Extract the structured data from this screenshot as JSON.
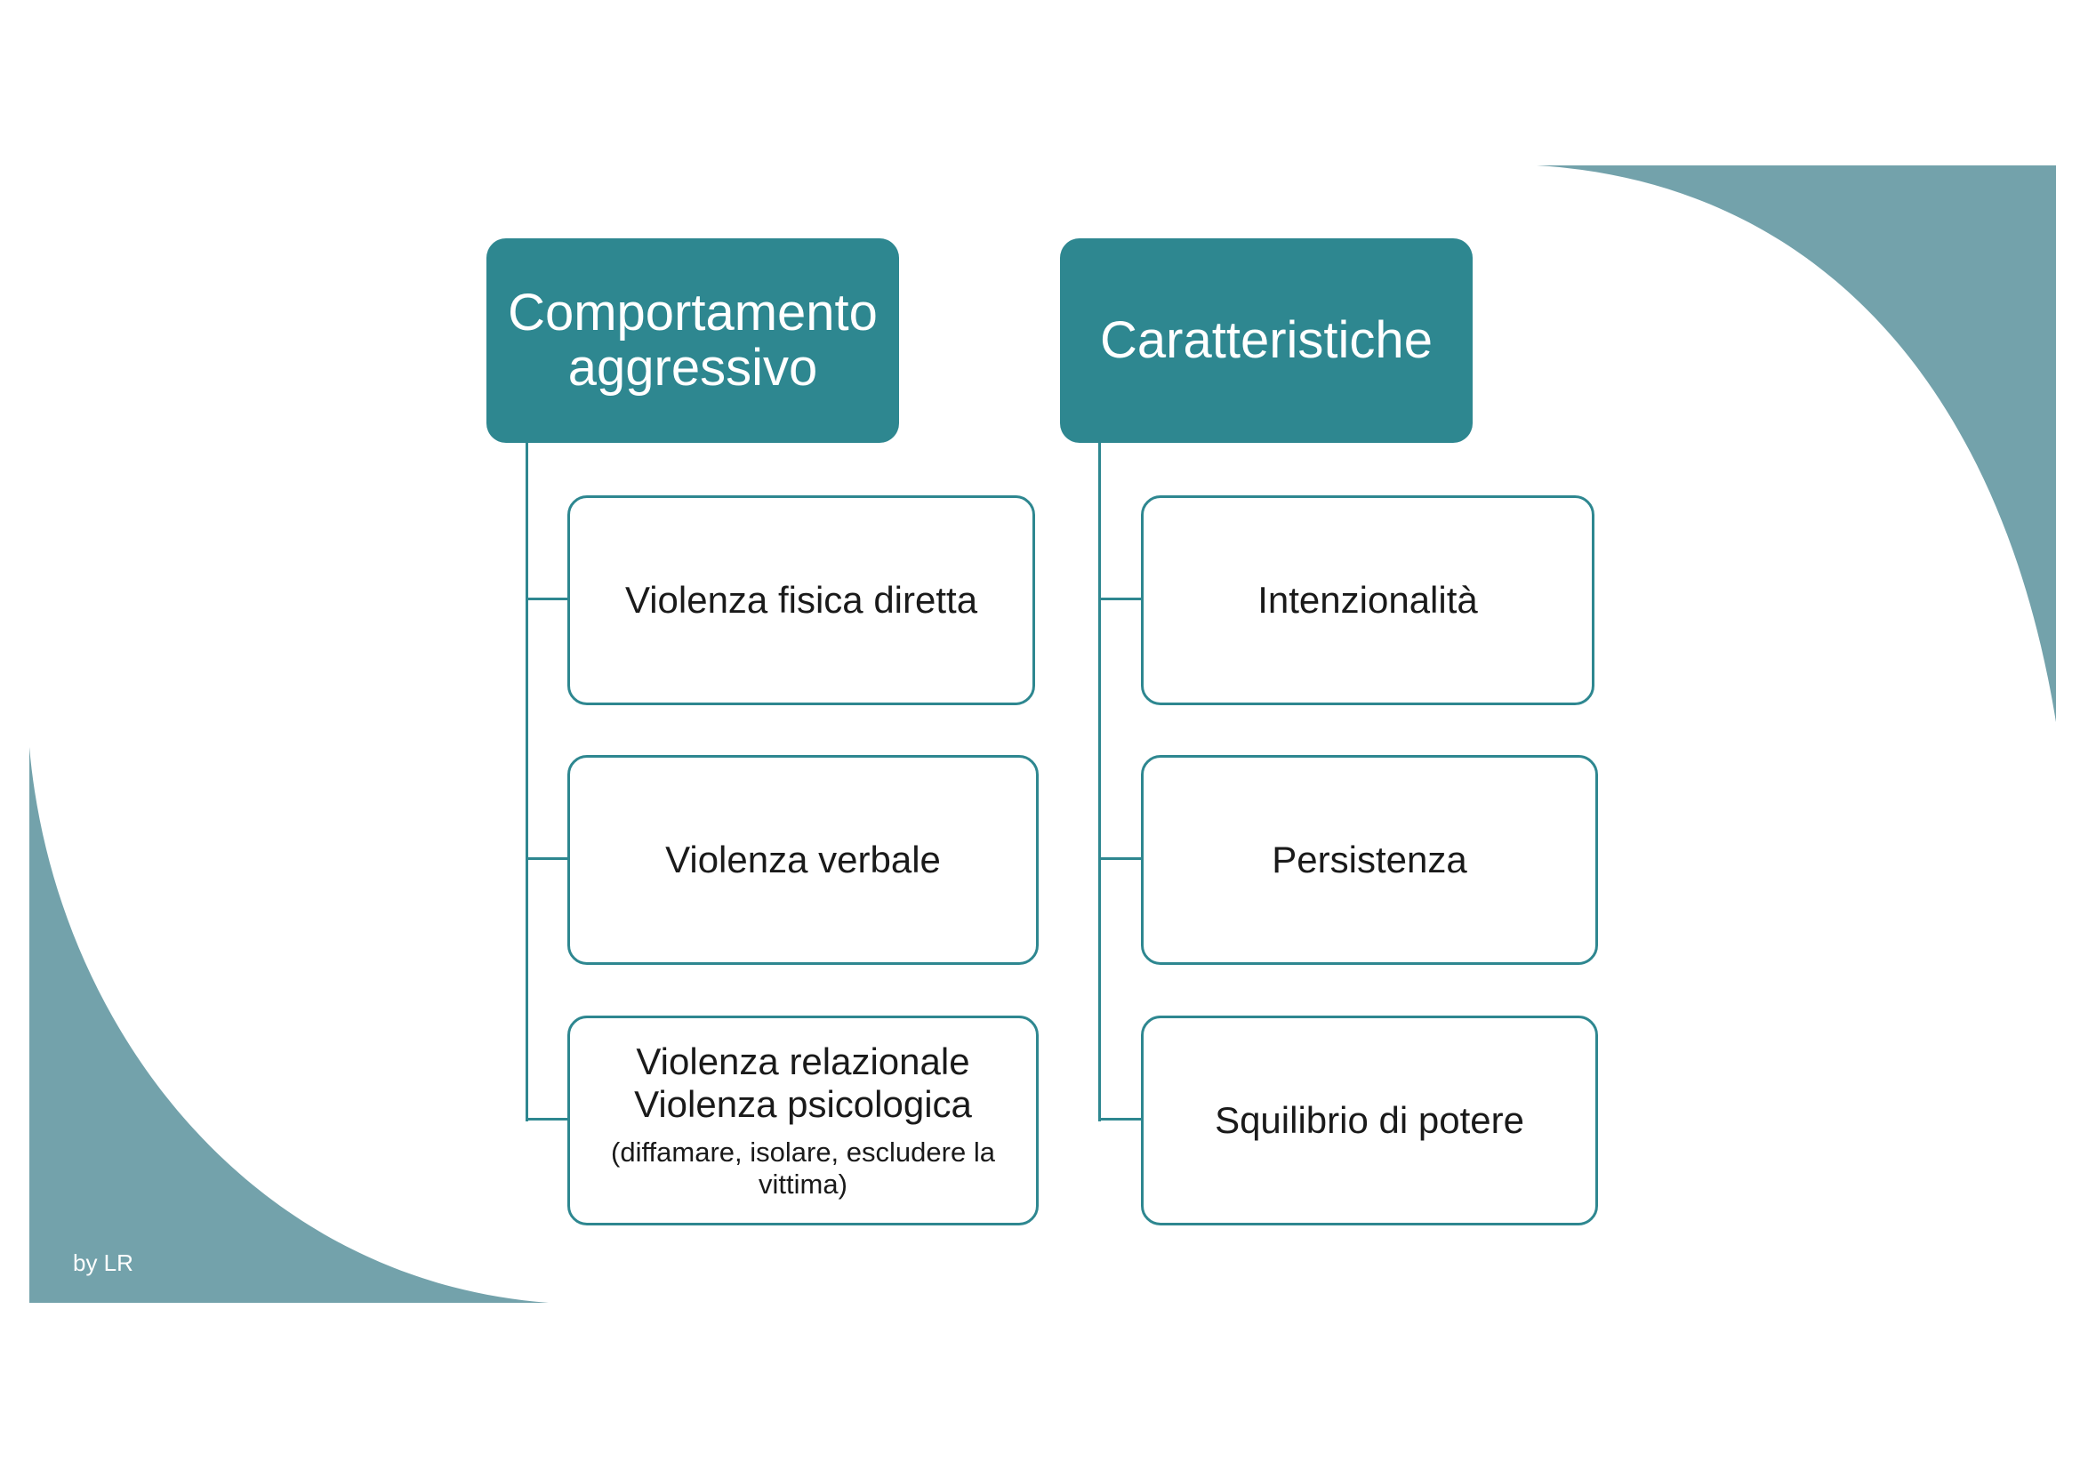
{
  "colors": {
    "accent": "#2e8790",
    "corner_decoration": "#73a2ab"
  },
  "footer": {
    "credit": "by LR"
  },
  "columns": [
    {
      "header": "Comportamento\naggressivo",
      "items": [
        {
          "label": "Violenza fisica diretta"
        },
        {
          "label": "Violenza verbale"
        },
        {
          "label": "Violenza relazionale\nViolenza psicologica",
          "note": "(diffamare, isolare, escludere la vittima)"
        }
      ]
    },
    {
      "header": "Caratteristiche",
      "items": [
        {
          "label": "Intenzionalità"
        },
        {
          "label": "Persistenza"
        },
        {
          "label": "Squilibrio di potere"
        }
      ]
    }
  ]
}
